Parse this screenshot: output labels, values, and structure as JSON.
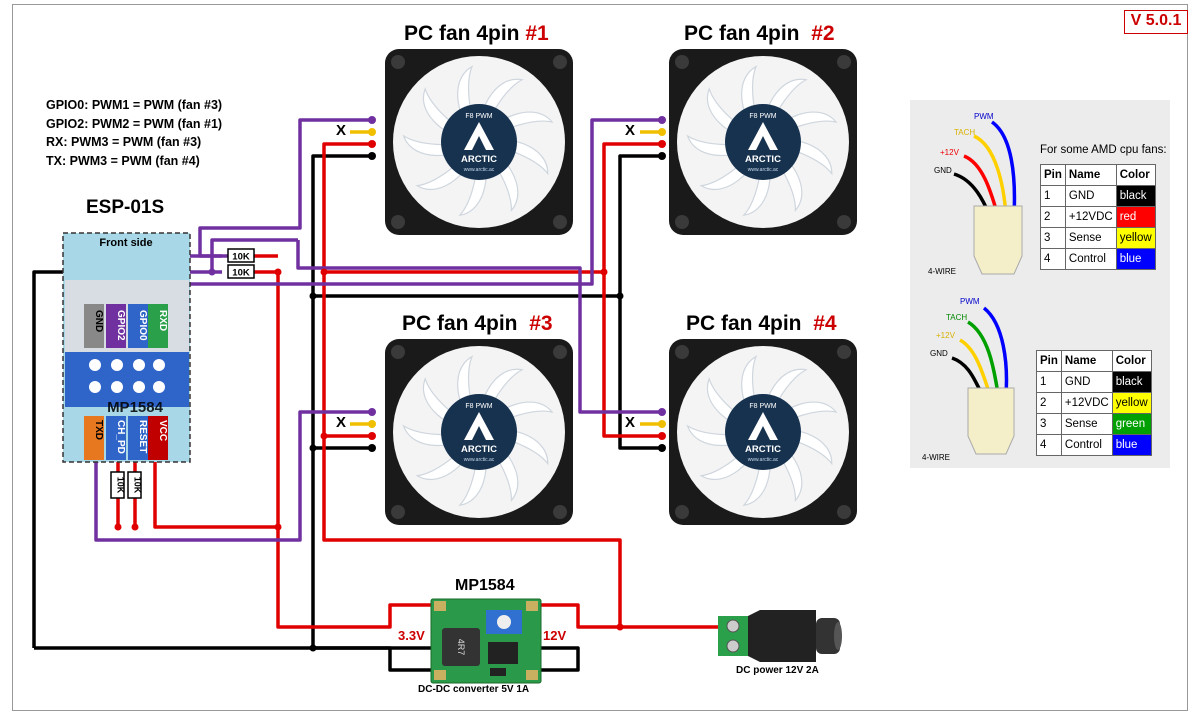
{
  "version": "V 5.0.1",
  "notes": [
    "GPIO0: PWM1 = PWM (fan #3)",
    "GPIO2: PWM2 = PWM (fan #1)",
    "RX: PWM3 = PWM (fan #3)",
    "TX: PWM3 = PWM (fan #4)"
  ],
  "fans": [
    {
      "title": "PC fan 4pin",
      "num": "#1",
      "brand": "ARCTIC",
      "model": "F8 PWM",
      "site": "www.arctic.ac"
    },
    {
      "title": "PC fan 4pin",
      "num": "#2",
      "brand": "ARCTIC",
      "model": "F8 PWM",
      "site": "www.arctic.ac"
    },
    {
      "title": "PC fan 4pin",
      "num": "#3",
      "brand": "ARCTIC",
      "model": "F8 PWM",
      "site": "www.arctic.ac"
    },
    {
      "title": "PC fan 4pin",
      "num": "#4",
      "brand": "ARCTIC",
      "model": "F8 PWM",
      "site": "www.arctic.ac"
    }
  ],
  "x_mark": "X",
  "esp": {
    "title": "ESP-01S",
    "front_side": "Front side",
    "top_pins": [
      "GND",
      "GPIO2",
      "GPIO0",
      "RXD"
    ],
    "bottom_pins": [
      "TXD",
      "CH_PD",
      "RESET",
      "VCC"
    ],
    "overlay_label": "MP1584"
  },
  "resistors": [
    "10K",
    "10K",
    "10K",
    "10K"
  ],
  "converter": {
    "title": "MP1584",
    "in_label": "3.3V",
    "out_label": "12V",
    "caption": "DC-DC converter  5V 1A",
    "inductor_label": "4R7"
  },
  "dc_power": {
    "caption": "DC power  12V 2A"
  },
  "pinout": {
    "amd_title": "For some AMD cpu fans:",
    "wire_caption": "4-WIRE",
    "connector1_wires": [
      "PWM",
      "TACH",
      "+12V",
      "GND"
    ],
    "connector2_wires": [
      "PWM",
      "TACH",
      "+12V",
      "GND"
    ],
    "headers": [
      "Pin",
      "Name",
      "Color"
    ],
    "table1": [
      {
        "pin": "1",
        "name": "GND",
        "color": "black",
        "bg": "#000000",
        "fg": "#ffffff"
      },
      {
        "pin": "2",
        "name": "+12VDC",
        "color": "red",
        "bg": "#ff0000",
        "fg": "#ffffff"
      },
      {
        "pin": "3",
        "name": "Sense",
        "color": "yellow",
        "bg": "#ffff00",
        "fg": "#000000"
      },
      {
        "pin": "4",
        "name": "Control",
        "color": "blue",
        "bg": "#0000ff",
        "fg": "#ffffff"
      }
    ],
    "table2": [
      {
        "pin": "1",
        "name": "GND",
        "color": "black",
        "bg": "#000000",
        "fg": "#ffffff"
      },
      {
        "pin": "2",
        "name": "+12VDC",
        "color": "yellow",
        "bg": "#ffff00",
        "fg": "#000000"
      },
      {
        "pin": "3",
        "name": "Sense",
        "color": "green",
        "bg": "#00a000",
        "fg": "#ffffff"
      },
      {
        "pin": "4",
        "name": "Control",
        "color": "blue",
        "bg": "#0000ff",
        "fg": "#ffffff"
      }
    ]
  },
  "colors": {
    "pwm_wire": "#7030a0",
    "power_wire": "#e00000",
    "ground_wire": "#000000",
    "tach_wire": "#f0c000"
  }
}
